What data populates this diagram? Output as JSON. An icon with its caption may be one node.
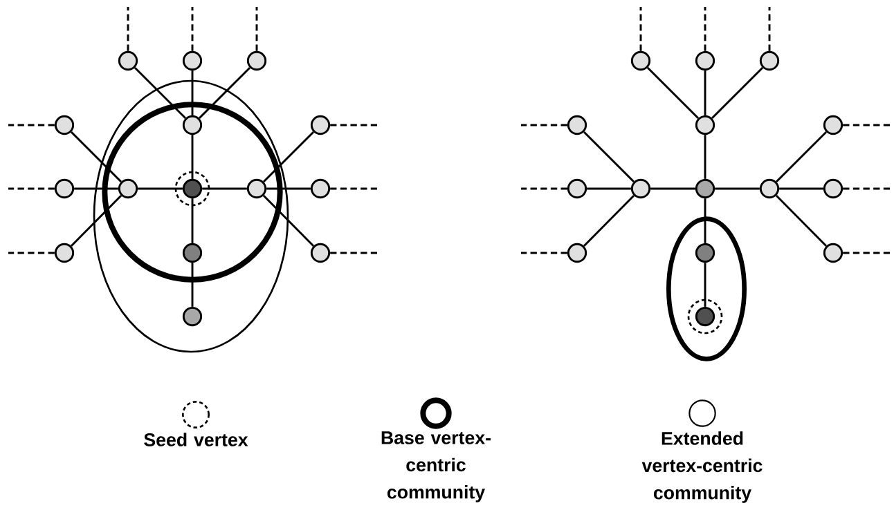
{
  "diagram": {
    "nodes": [
      {
        "text": [],
        "shape": "circle"
      },
      {
        "text": [],
        "shape": "circle"
      },
      {
        "text": [],
        "shape": "circle"
      },
      {
        "text": [],
        "shape": "circle"
      },
      {
        "text": [],
        "shape": "circle"
      },
      {
        "text": [],
        "shape": "circle"
      },
      {
        "text": [],
        "shape": "circle"
      },
      {
        "text": [],
        "shape": "circle"
      },
      {
        "text": [],
        "shape": "circle"
      },
      {
        "text": [],
        "shape": "circle"
      },
      {
        "text": [],
        "shape": "circle"
      },
      {
        "text": [],
        "shape": "circle"
      },
      {
        "text": [],
        "shape": "circle"
      },
      {
        "text": [],
        "shape": "circle"
      },
      {
        "text": [],
        "shape": "circle"
      },
      {
        "text": [],
        "shape": "circle"
      },
      {
        "text": [],
        "shape": "circle"
      },
      {
        "text": [],
        "shape": "circle"
      },
      {
        "text": [],
        "shape": "circle"
      },
      {
        "text": [],
        "shape": "circle"
      },
      {
        "text": [],
        "shape": "circle"
      },
      {
        "text": [],
        "shape": "circle"
      },
      {
        "text": [],
        "shape": "circle"
      },
      {
        "text": [],
        "shape": "circle"
      },
      {
        "text": [],
        "shape": "circle"
      },
      {
        "text": [],
        "shape": "circle"
      },
      {
        "text": [],
        "shape": "circle"
      },
      {
        "text": [],
        "shape": "circle"
      },
      {
        "text": [],
        "shape": "circle"
      },
      {
        "text": [],
        "shape": "circle"
      }
    ],
    "edges": [
      {
        "from": 0,
        "to": 4,
        "arrow": "none"
      },
      {
        "from": 1,
        "to": 4,
        "arrow": "none"
      },
      {
        "from": 2,
        "to": 4,
        "arrow": "none"
      },
      {
        "from": 4,
        "to": 8,
        "arrow": "none"
      },
      {
        "from": 3,
        "to": 7,
        "arrow": "none"
      },
      {
        "from": 6,
        "to": 7,
        "arrow": "none"
      },
      {
        "from": 11,
        "to": 7,
        "arrow": "none"
      },
      {
        "from": 7,
        "to": 8,
        "arrow": "none"
      },
      {
        "from": 8,
        "to": 9,
        "arrow": "none"
      },
      {
        "from": 9,
        "to": 5,
        "arrow": "none"
      },
      {
        "from": 9,
        "to": 10,
        "arrow": "none"
      },
      {
        "from": 9,
        "to": 13,
        "arrow": "none"
      },
      {
        "from": 8,
        "to": 12,
        "arrow": "none"
      },
      {
        "from": 12,
        "to": 14,
        "arrow": "none"
      },
      {
        "from": 0,
        "to": null,
        "arrow": "none",
        "style": "dashed"
      },
      {
        "from": 1,
        "to": null,
        "arrow": "none",
        "style": "dashed"
      },
      {
        "from": 2,
        "to": null,
        "arrow": "none",
        "style": "dashed"
      },
      {
        "from": 3,
        "to": null,
        "arrow": "none",
        "style": "dashed"
      },
      {
        "from": 6,
        "to": null,
        "arrow": "none",
        "style": "dashed"
      },
      {
        "from": 11,
        "to": null,
        "arrow": "none",
        "style": "dashed"
      },
      {
        "from": 5,
        "to": null,
        "arrow": "none",
        "style": "dashed"
      },
      {
        "from": 10,
        "to": null,
        "arrow": "none",
        "style": "dashed"
      },
      {
        "from": 13,
        "to": null,
        "arrow": "none",
        "style": "dashed"
      },
      {
        "from": 15,
        "to": 19,
        "arrow": "none"
      },
      {
        "from": 16,
        "to": 19,
        "arrow": "none"
      },
      {
        "from": 17,
        "to": 19,
        "arrow": "none"
      },
      {
        "from": 19,
        "to": 23,
        "arrow": "none"
      },
      {
        "from": 18,
        "to": 22,
        "arrow": "none"
      },
      {
        "from": 21,
        "to": 22,
        "arrow": "none"
      },
      {
        "from": 26,
        "to": 22,
        "arrow": "none"
      },
      {
        "from": 22,
        "to": 23,
        "arrow": "none"
      },
      {
        "from": 23,
        "to": 24,
        "arrow": "none"
      },
      {
        "from": 24,
        "to": 20,
        "arrow": "none"
      },
      {
        "from": 24,
        "to": 25,
        "arrow": "none"
      },
      {
        "from": 24,
        "to": 28,
        "arrow": "none"
      },
      {
        "from": 23,
        "to": 27,
        "arrow": "none"
      },
      {
        "from": 27,
        "to": 29,
        "arrow": "none"
      },
      {
        "from": 15,
        "to": null,
        "arrow": "none",
        "style": "dashed"
      },
      {
        "from": 16,
        "to": null,
        "arrow": "none",
        "style": "dashed"
      },
      {
        "from": 17,
        "to": null,
        "arrow": "none",
        "style": "dashed"
      },
      {
        "from": 18,
        "to": null,
        "arrow": "none",
        "style": "dashed"
      },
      {
        "from": 21,
        "to": null,
        "arrow": "none",
        "style": "dashed"
      },
      {
        "from": 26,
        "to": null,
        "arrow": "none",
        "style": "dashed"
      },
      {
        "from": 20,
        "to": null,
        "arrow": "none",
        "style": "dashed"
      },
      {
        "from": 25,
        "to": null,
        "arrow": "none",
        "style": "dashed"
      },
      {
        "from": 28,
        "to": null,
        "arrow": "none",
        "style": "dashed"
      }
    ],
    "legend": [
      {
        "text": "Seed vertex"
      },
      {
        "text": "Base vertex-centric community"
      },
      {
        "text": "Extended vertex-centric community"
      }
    ]
  }
}
